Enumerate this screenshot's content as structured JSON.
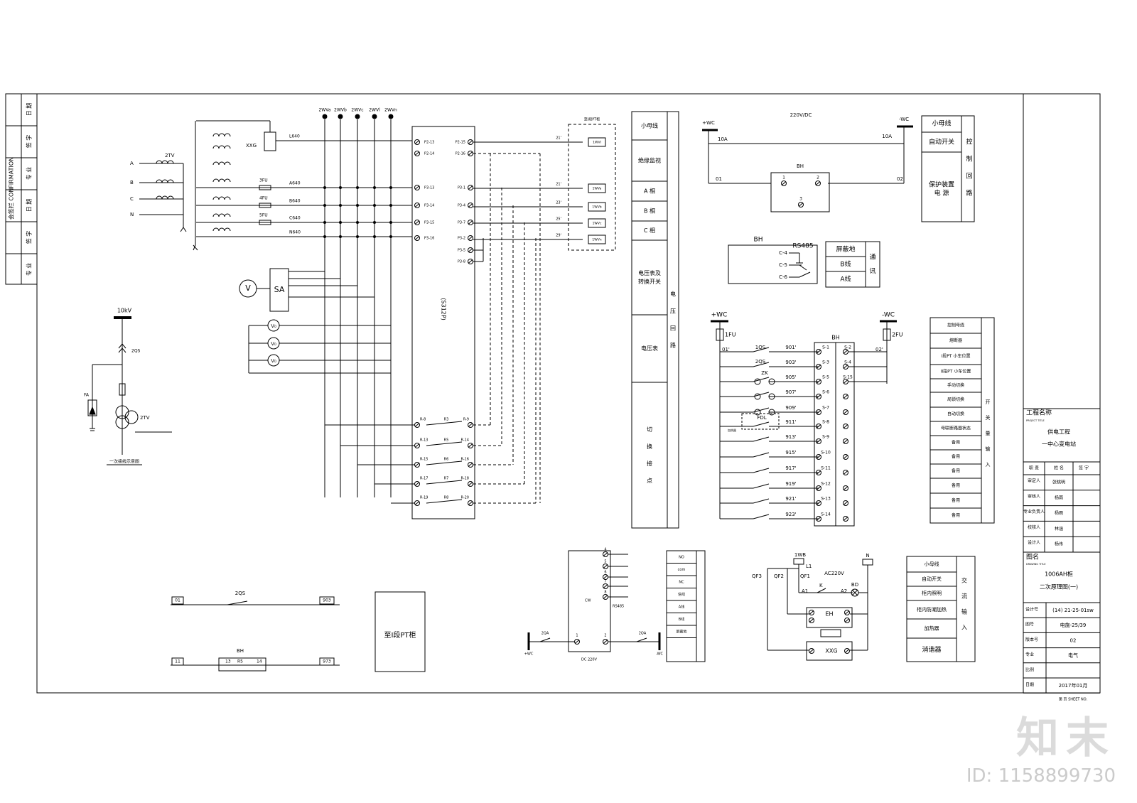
{
  "left_strip": {
    "corp": "会签栏 CONFIRMATION",
    "rows": [
      "日 期",
      "签 字",
      "专 业",
      "日 期",
      "签 字",
      "专 业"
    ]
  },
  "top_left": {
    "tv": "2TV",
    "xxg": "XXG",
    "phases": [
      "A",
      "B",
      "C",
      "N"
    ],
    "fuses": [
      "3FU",
      "4FU",
      "5FU"
    ],
    "wires": [
      "L640",
      "A640",
      "B640",
      "C640",
      "N640"
    ],
    "sa": "SA",
    "v": "V",
    "vo": "V₀"
  },
  "small_bus": [
    "2WVa",
    "2WVb",
    "2WVc",
    "2WVl",
    "2WVn"
  ],
  "device": {
    "name": "(S312P)",
    "left_ports": [
      "P2-13",
      "P2-14",
      "P3-13",
      "P3-14",
      "P3-15",
      "P3-16"
    ],
    "right_ports": [
      "P2-15",
      "P2-16",
      "P3-1",
      "P3-4",
      "P3-7",
      "P3-2",
      "P3-5",
      "P3-8"
    ],
    "relays": [
      "R3",
      "R5",
      "R6",
      "R7",
      "R8"
    ],
    "relay_left": [
      "R-8",
      "R-13",
      "R-15",
      "R-17",
      "R-19"
    ],
    "relay_right": [
      "R-9",
      "R-14",
      "R-16",
      "R-18",
      "R-20"
    ]
  },
  "busbar_box": {
    "title": "至I段PT柜",
    "rows": [
      {
        "tag": "21'",
        "bus": "1WVl"
      },
      {
        "tag": "21'",
        "bus": "1WVa"
      },
      {
        "tag": "23'",
        "bus": "1WVb"
      },
      {
        "tag": "25'",
        "bus": "1WVc"
      },
      {
        "tag": "29'",
        "bus": "1WVn"
      }
    ]
  },
  "mid_table": {
    "items": [
      "小母线",
      "绝缘监视",
      "A 相",
      "B 相",
      "C 相",
      "电压表及\n转换开关",
      "电压表",
      "切\n\n换\n\n接\n\n点"
    ],
    "right": "电\n\n压\n\n回\n\n路"
  },
  "primary": {
    "kv": "10kV",
    "qs": "2QS",
    "fa": "FA",
    "tv": "2TV",
    "label": "一次接线示意图"
  },
  "bottom_left": {
    "r1": {
      "a": "01",
      "sw": "2QS",
      "b": "903"
    },
    "r2": {
      "a": "11",
      "bh": "BH",
      "p1": "13",
      "p2": "R5",
      "p3": "14",
      "b": "973"
    },
    "pt_box": "至I段PT柜"
  },
  "ctrl": {
    "dc": "220V/DC",
    "pwc": "+WC",
    "nwc": "-WC",
    "f1": "10A",
    "f2": "10A",
    "bh": "BH",
    "n01": "01",
    "n02": "02",
    "p1": "1",
    "p2": "2",
    "p3": "3",
    "tbl": [
      "小母线",
      "自动开关",
      "保护装置\n电   源"
    ],
    "tbl_r": "控\n\n制\n\n回\n\n路"
  },
  "rs485": {
    "bh": "BH",
    "rs": "RS485",
    "pins": [
      "C-4",
      "C-5",
      "C-6"
    ],
    "tbl": [
      "屏蔽地",
      "B线",
      "A线"
    ],
    "tbl_r": "通\n\n讯"
  },
  "switch_in": {
    "pwc": "+WC",
    "nwc": "-WC",
    "fu1": "1FU",
    "fu2": "2FU",
    "bh": "BH",
    "n1": "01'",
    "n2": "02'",
    "qs1": "1QS",
    "qs2": "2QS",
    "zk": "ZK",
    "fdl": "FDL",
    "wires": [
      "901'",
      "903'",
      "905'",
      "907'",
      "909'",
      "911'",
      "913'",
      "915'",
      "917'",
      "919'",
      "921'",
      "923'"
    ],
    "left_t": [
      "S-1",
      "S-3",
      "S-5",
      "S-6",
      "S-7",
      "S-8",
      "S-9",
      "S-10",
      "S-11",
      "S-12",
      "S-13",
      "S-14"
    ],
    "right_t": [
      "S-2",
      "S-4",
      "S-15"
    ],
    "misc": "加热器",
    "tbl": [
      "控制母线",
      "熔断器",
      "I段PT 小车位置",
      "II段PT 小车位置",
      "手动切换",
      "局锁切换",
      "自动切换",
      "母联断路器状态",
      "备用",
      "备用",
      "备用",
      "备用",
      "备用",
      "备用"
    ],
    "tbl_r": "开\n\n关\n\n量\n\n输\n\n入"
  },
  "ac": {
    "wb": "1WB",
    "l1": "L1",
    "n": "N",
    "v": "AC220V",
    "qf3": "QF3",
    "qf2": "QF2",
    "qf1": "QF1",
    "a1": "A1",
    "a2": "A2",
    "k": "K",
    "bd": "BD",
    "eh": "EH",
    "xxg": "XXG",
    "tbl": [
      "小母线",
      "自动开关",
      "柜内照明",
      "柜内防潮加热",
      "加热器",
      "消谐器"
    ],
    "tbl_r": "交\n\n流\n\n输\n\n入"
  },
  "lower_device": {
    "cw": "CW",
    "rs485": "RS485",
    "dc": "DC 220V",
    "pwc": "+WC",
    "nwc": "-WC",
    "q1": "2QA",
    "q2": "2QA",
    "pins": [
      "4",
      "5",
      "6",
      "7",
      "8",
      "1",
      "2"
    ],
    "tbl": [
      "NO",
      "com",
      "NC",
      "信线",
      "A线",
      "B线",
      "屏蔽地"
    ]
  },
  "title_block": {
    "proj_label": "工程名称",
    "proj_label_en": "PROJECT TITLE",
    "proj1": "供电工程",
    "proj2": "一中心变电站",
    "role_hdr": "职 责",
    "name_hdr": "姓 名",
    "sig_hdr": "签 字",
    "roles": [
      {
        "r": "审定人",
        "n": "张桃明"
      },
      {
        "r": "审核人",
        "n": "杨雨"
      },
      {
        "r": "专业负责人",
        "n": "杨雨"
      },
      {
        "r": "校核人",
        "n": "林涵"
      },
      {
        "r": "设计人",
        "n": "杨伟"
      }
    ],
    "dwg_label": "图名",
    "dwg_label_en": "DRAWING TITLE",
    "dwg1": "1006AH柜",
    "dwg2": "二次原理图(一)",
    "rows": [
      {
        "k": "设计号",
        "v": "(14) 21-25-01sw"
      },
      {
        "k": "图号",
        "v": "电施-25/39"
      },
      {
        "k": "版本号",
        "v": "02"
      },
      {
        "k": "专业",
        "v": "电气"
      },
      {
        "k": "比例",
        "v": ""
      },
      {
        "k": "日期",
        "v": "2017年01月"
      }
    ],
    "sheet": "第 页 SHEET NO."
  },
  "watermark": {
    "logo": "知末",
    "id": "ID: 1158899730"
  }
}
